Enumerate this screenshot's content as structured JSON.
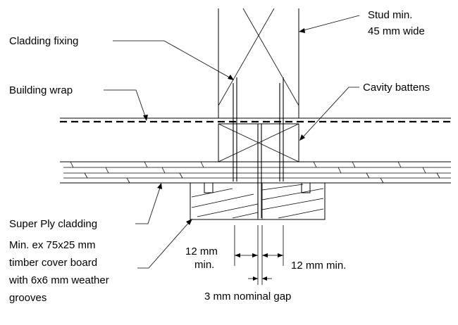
{
  "labels": {
    "stud": [
      "Stud min.",
      "45 mm wide"
    ],
    "cladding_fixing": "Cladding fixing",
    "building_wrap": "Building wrap",
    "cavity_battens": "Cavity battens",
    "super_ply": "Super Ply cladding",
    "cover_board": [
      "Min. ex 75x25 mm",
      "timber cover board",
      "with 6x6 mm weather",
      "grooves"
    ],
    "dim_left": [
      "12 mm",
      "min."
    ],
    "dim_right": "12 mm min.",
    "dim_gap": "3 mm nominal gap"
  }
}
